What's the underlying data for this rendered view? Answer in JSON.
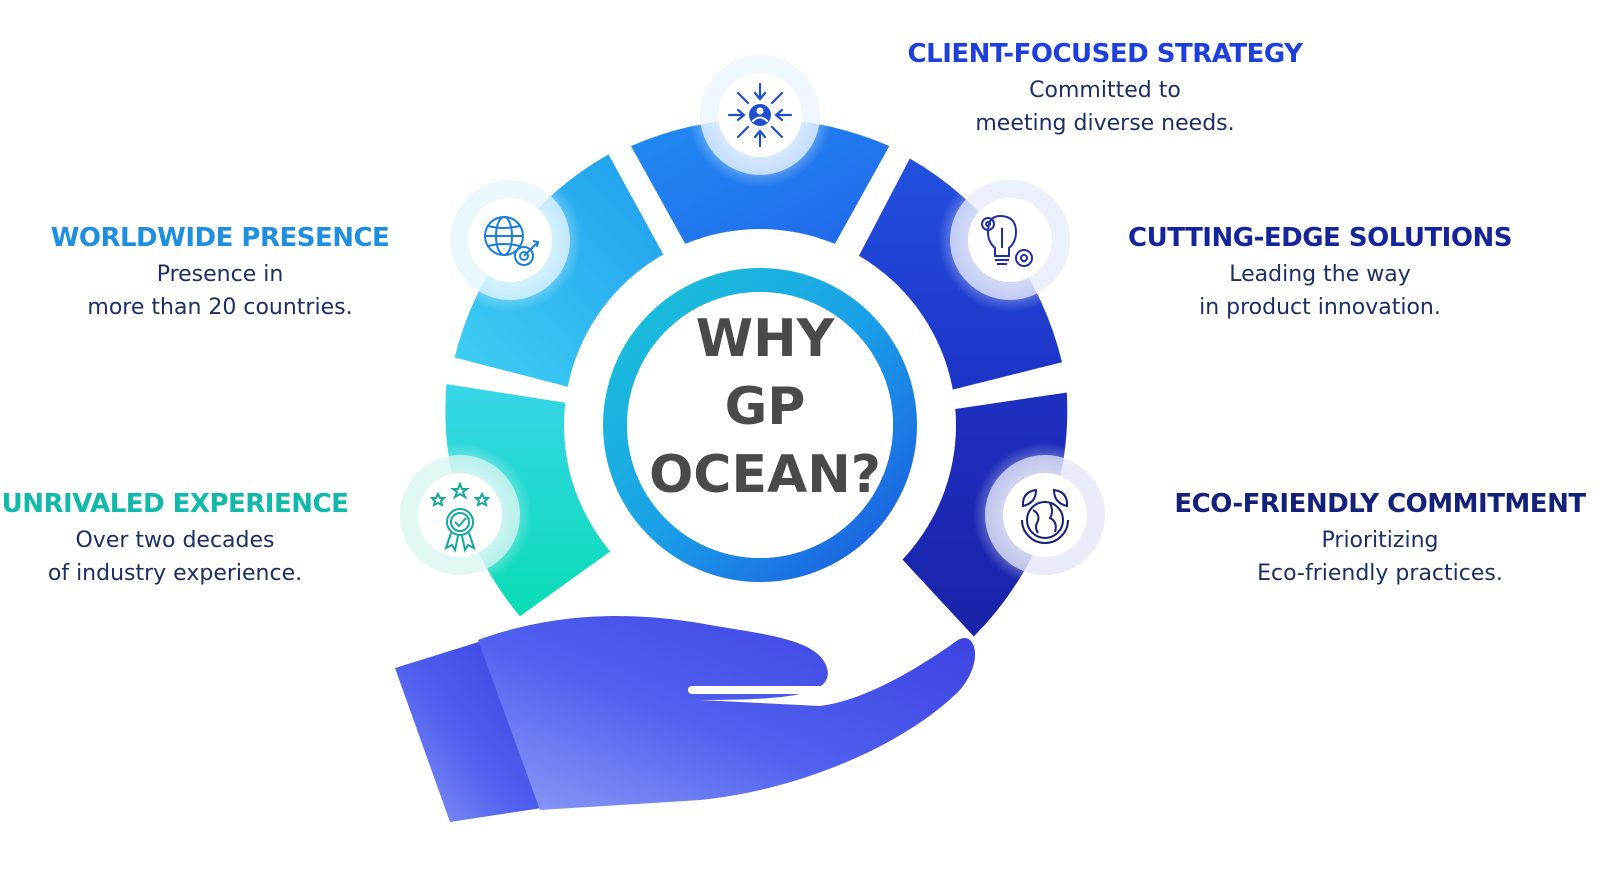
{
  "center": {
    "lines": [
      "WHY",
      "GP",
      "OCEAN?"
    ]
  },
  "features": {
    "client": {
      "title": "CLIENT-FOCUSED STRATEGY",
      "lines": [
        "Committed to",
        "meeting diverse needs."
      ],
      "color": "#1e3fdc",
      "icon": "client-focus-icon"
    },
    "world": {
      "title": "WORLDWIDE PRESENCE",
      "lines": [
        "Presence in",
        "more than 20 countries."
      ],
      "color": "#1e8fe0",
      "icon": "globe-target-icon"
    },
    "cutting": {
      "title": "CUTTING-EDGE SOLUTIONS",
      "lines": [
        "Leading the way",
        "in product innovation."
      ],
      "color": "#15249a",
      "icon": "bulb-gears-icon"
    },
    "unrival": {
      "title": "UNRIVALED EXPERIENCE",
      "lines": [
        "Over two decades",
        "of industry experience."
      ],
      "color": "#10b9a8",
      "icon": "award-badge-icon"
    },
    "eco": {
      "title": "ECO-FRIENDLY COMMITMENT",
      "lines": [
        "Prioritizing",
        "Eco-friendly practices."
      ],
      "color": "#14207a",
      "icon": "eco-globe-icon"
    }
  },
  "colors": {
    "segment_teal": "#13c9b4",
    "segment_sky": "#26b3f0",
    "segment_blue": "#1e7ef0",
    "segment_royal": "#2244d8",
    "segment_navy": "#1f2fb8",
    "hand": "#4a5cf0",
    "text_dark": "#1b2f66",
    "center_text": "#4a4a4a"
  }
}
